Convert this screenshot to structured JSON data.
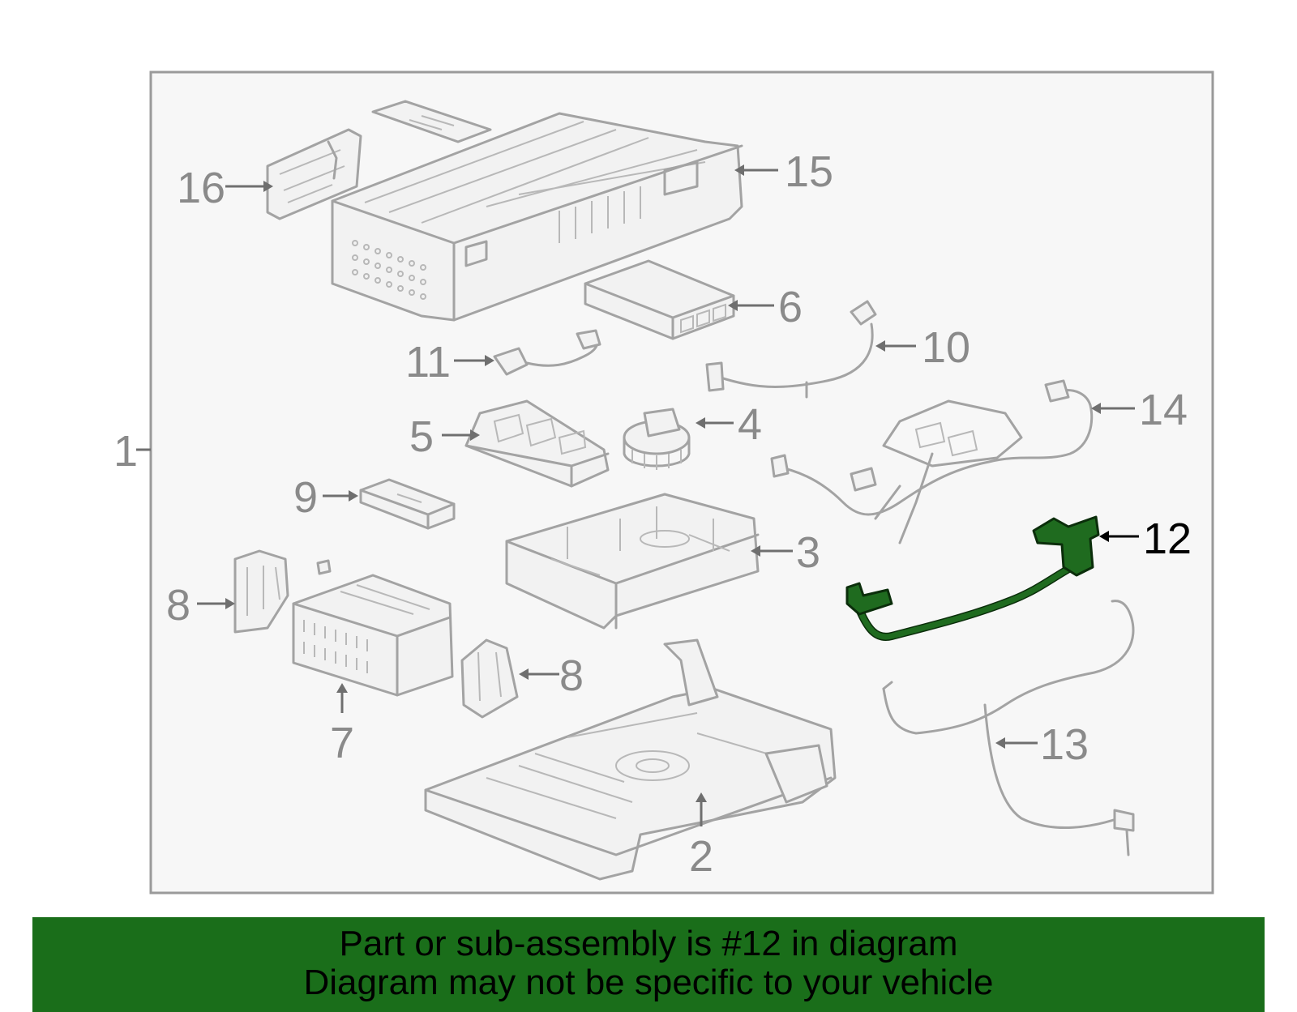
{
  "diagram": {
    "assembly_callout": "1",
    "callouts": {
      "c2": "2",
      "c3": "3",
      "c4": "4",
      "c5": "5",
      "c6": "6",
      "c7": "7",
      "c8a": "8",
      "c8b": "8",
      "c9": "9",
      "c10": "10",
      "c11": "11",
      "c12": "12",
      "c13": "13",
      "c14": "14",
      "c15": "15",
      "c16": "16"
    },
    "highlighted_part": "12",
    "colors": {
      "frame_background": "#f7f7f7",
      "frame_border": "#9a9a9a",
      "part_line": "#a3a3a3",
      "highlight": "#1f6b1f",
      "banner": "#1a6e1a"
    }
  },
  "banner": {
    "line1": "Part or sub-assembly is #12 in diagram",
    "line2": "Diagram may not be specific to your vehicle"
  }
}
